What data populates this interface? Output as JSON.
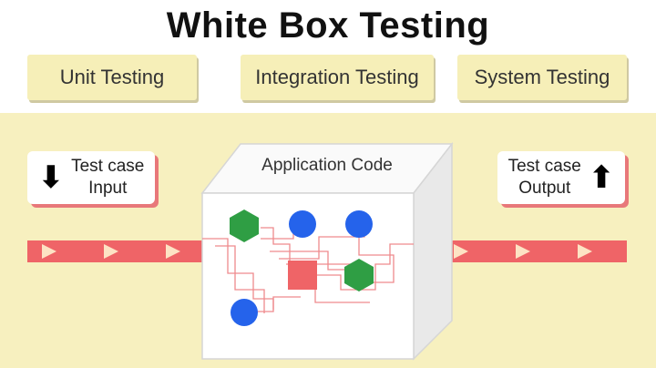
{
  "title": "White Box Testing",
  "tabs": [
    {
      "label": "Unit Testing"
    },
    {
      "label": "Integration Testing"
    },
    {
      "label": "System Testing"
    }
  ],
  "input_card": {
    "line1": "Test case",
    "line2": "Input",
    "arrow": "⬇"
  },
  "output_card": {
    "line1": "Test case",
    "line2": "Output",
    "arrow": "⬆"
  },
  "code_box": {
    "label": "Application Code"
  },
  "colors": {
    "band": "#f7f0bf",
    "tab": "#f6efb8",
    "pipe": "#ef6467",
    "hexagon": "#2f9e44",
    "circle": "#2563eb",
    "square": "#ef6467"
  },
  "nodes": [
    {
      "kind": "hexagon",
      "icon": "green-hexagon"
    },
    {
      "kind": "circle",
      "icon": "blue-circle"
    },
    {
      "kind": "circle",
      "icon": "blue-circle"
    },
    {
      "kind": "square",
      "icon": "red-square"
    },
    {
      "kind": "hexagon",
      "icon": "green-hexagon"
    },
    {
      "kind": "circle",
      "icon": "blue-circle"
    }
  ]
}
